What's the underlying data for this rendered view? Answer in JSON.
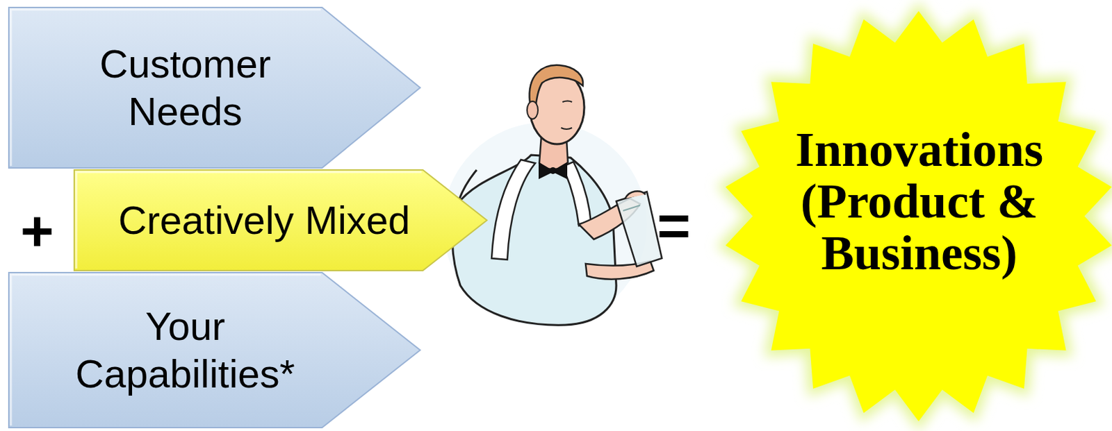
{
  "diagram": {
    "nodes": [
      {
        "text": [
          "Customer Needs"
        ]
      },
      {
        "text": [
          "Creatively Mixed"
        ]
      },
      {
        "text": [
          "Your Capabilities*"
        ]
      },
      {
        "text": [
          "Innovations (Product & Business)"
        ]
      }
    ],
    "labels": [
      "+",
      "="
    ]
  }
}
